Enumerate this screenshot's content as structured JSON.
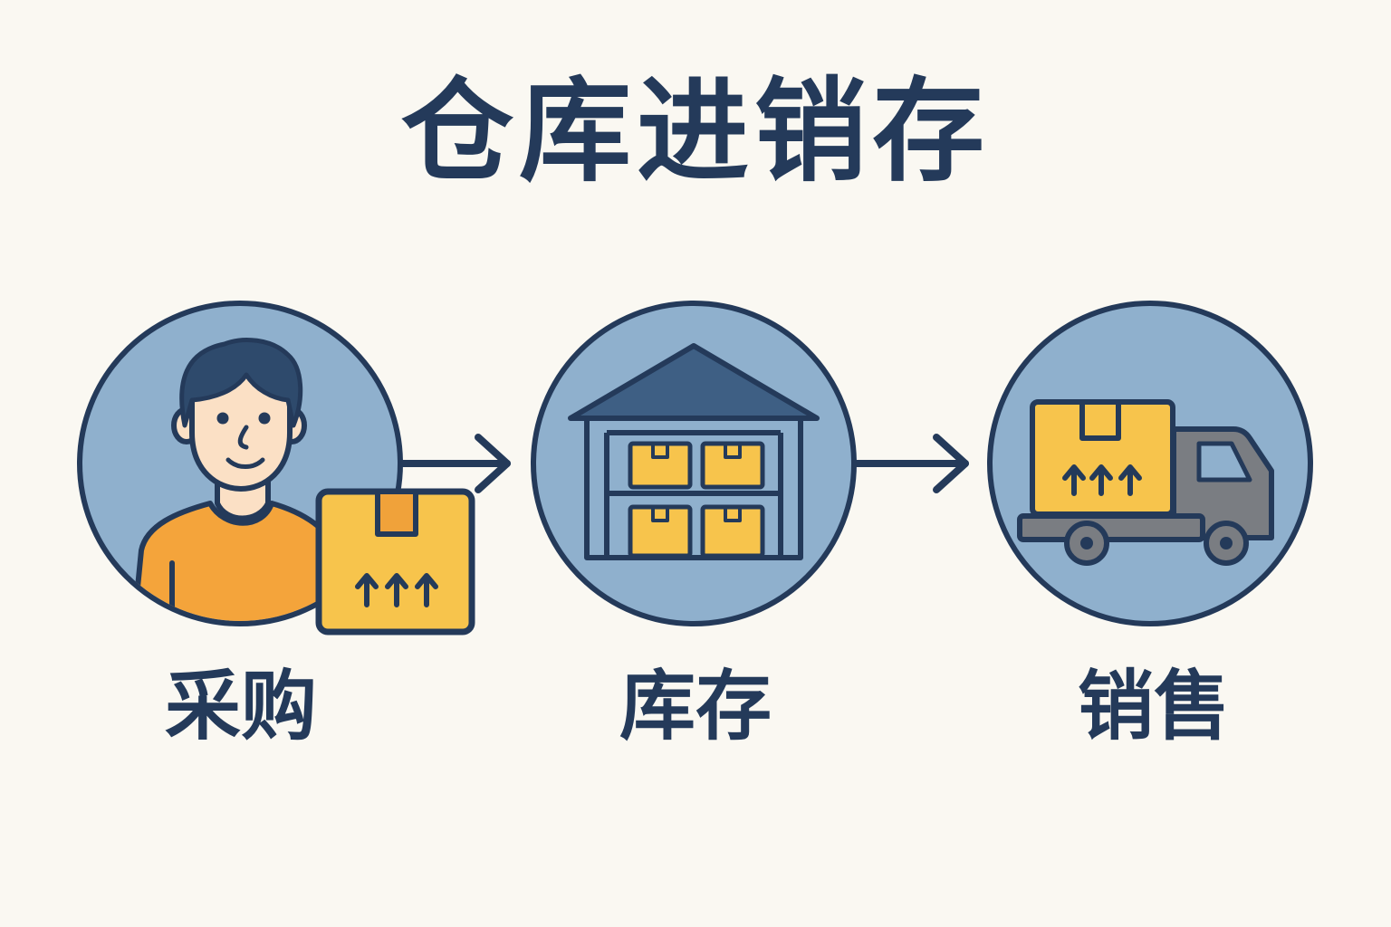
{
  "title": "仓库进销存",
  "stages": [
    {
      "id": "purchase",
      "label": "采购",
      "icon": "person-with-box-icon"
    },
    {
      "id": "inventory",
      "label": "库存",
      "icon": "warehouse-icon"
    },
    {
      "id": "sales",
      "label": "销售",
      "icon": "delivery-truck-icon"
    }
  ],
  "colors": {
    "background": "#faf8f2",
    "circle_fill": "#8fb0cd",
    "outline": "#243a5a",
    "box": "#f7c44c",
    "box_tape": "#f0a23a",
    "shirt": "#f4a43b",
    "skin": "#fbe0c5",
    "roof": "#3e5f84",
    "truck": "#7a7d82"
  }
}
